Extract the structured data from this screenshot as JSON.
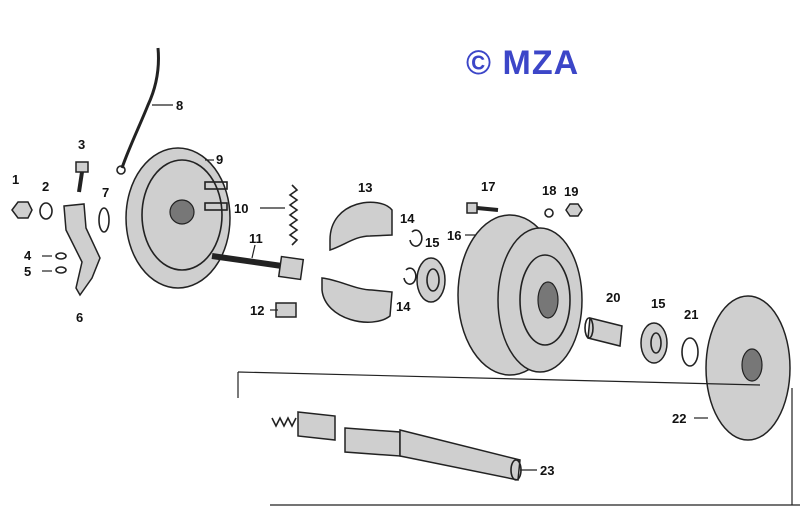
{
  "brand": "© MZA",
  "brand_color": "#3c46c8",
  "labels": [
    "1",
    "2",
    "3",
    "4",
    "5",
    "6",
    "7",
    "8",
    "9",
    "10",
    "11",
    "12",
    "13",
    "14",
    "14",
    "15",
    "16",
    "17",
    "18",
    "19",
    "20",
    "15",
    "21",
    "22",
    "23"
  ]
}
